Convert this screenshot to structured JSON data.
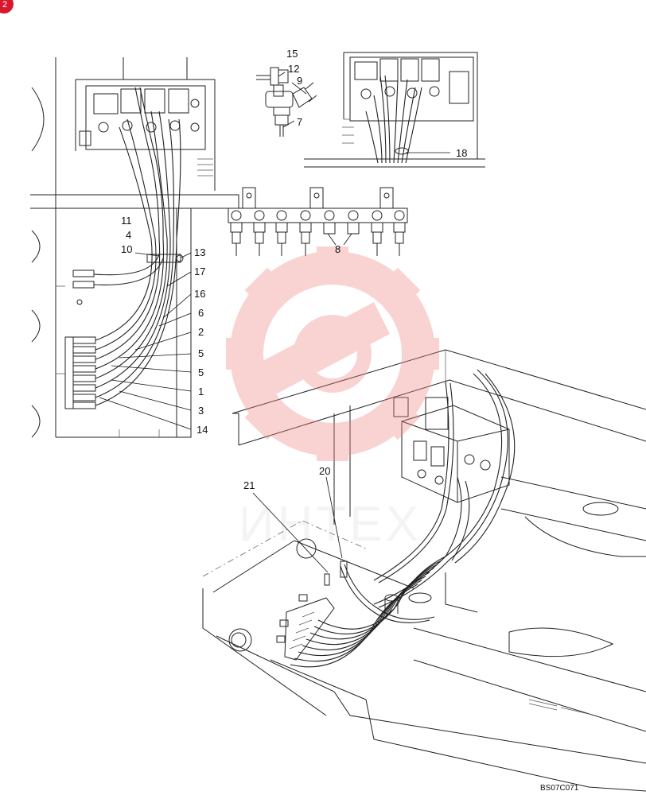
{
  "page_badge": "2",
  "drawing_code": "BS07C071",
  "watermark_text": "ИНТЕХ",
  "watermark_color": "#f08080",
  "callouts": {
    "c15": "15",
    "c12": "12",
    "c9": "9",
    "c7": "7",
    "c18": "18",
    "c8": "8",
    "c11": "11",
    "c4": "4",
    "c10": "10",
    "c13": "13",
    "c17": "17",
    "c16": "16",
    "c6": "6",
    "c2": "2",
    "c5a": "5",
    "c5b": "5",
    "c1": "1",
    "c3": "3",
    "c14": "14",
    "c21": "21",
    "c20": "20"
  }
}
